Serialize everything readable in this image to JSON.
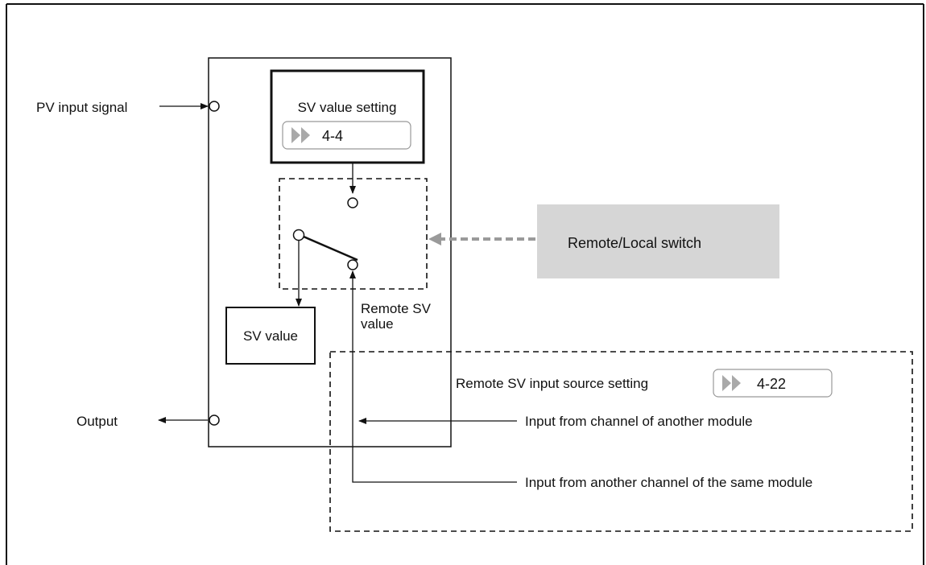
{
  "labels": {
    "pv_input": "PV input signal",
    "output": "Output",
    "sv_value_setting": "SV value setting",
    "sv_value": "SV value",
    "remote_sv_line1": "Remote SV",
    "remote_sv_line2": "value",
    "remote_local_switch": "Remote/Local switch",
    "remote_sv_source": "Remote SV input source setting",
    "input_other_module": "Input from channel of another module",
    "input_same_module": "Input from another channel of the same module"
  },
  "refs": {
    "sv_setting_ref": "4-4",
    "remote_source_ref": "4-22"
  },
  "icons": {
    "ref_marker": "double-play-arrow-icon"
  },
  "colors": {
    "switch_box_fill": "#d6d6d6",
    "dotted_arrow": "#9a9a9a",
    "ref_marker": "#a9a9a9"
  }
}
